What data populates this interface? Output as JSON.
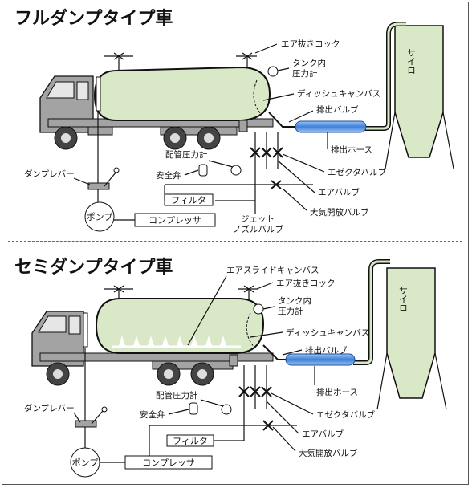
{
  "full": {
    "title": "フルダンプタイプ車",
    "silo": "サイロ",
    "labels": {
      "air_vent_cock": "エア抜きコック",
      "tank_pressure_l1": "タンク内",
      "tank_pressure_l2": "圧力計",
      "dish_canvas": "ディッシュキャンバス",
      "discharge_valve": "排出バルブ",
      "discharge_hose": "排出ホース",
      "ejector_valve": "エゼクタバルブ",
      "air_valve": "エアバルブ",
      "atmos_valve": "大気開放バルブ",
      "jet_l1": "ジェット",
      "jet_l2": "ノズルバルブ",
      "pipe_gauge": "配管圧力計",
      "safety_valve": "安全弁",
      "dump_lever": "ダンプレバー",
      "pump": "ポンプ",
      "filter": "フィルタ",
      "compressor": "コンプレッサ"
    }
  },
  "semi": {
    "title": "セミダンプタイプ車",
    "silo": "サイロ",
    "labels": {
      "air_slide": "エアスライドキャンバス",
      "air_vent_cock": "エア抜きコック",
      "tank_pressure_l1": "タンク内",
      "tank_pressure_l2": "圧力計",
      "dish_canvas": "ディッシュキャンバス",
      "discharge_valve": "排出バルブ",
      "discharge_hose": "排出ホース",
      "ejector_valve": "エゼクタバルブ",
      "air_valve": "エアバルブ",
      "atmos_valve": "大気開放バルブ",
      "pipe_gauge": "配管圧力計",
      "safety_valve": "安全弁",
      "dump_lever": "ダンプレバー",
      "pump": "ポンプ",
      "filter": "フィルタ",
      "compressor": "コンプレッサ"
    }
  },
  "colors": {
    "tank": "#d9e8c6",
    "hose": "#6a9ee0",
    "silo": "#d9e8c6",
    "truck": "#a3a3a3",
    "window": "#e6e6e6"
  }
}
